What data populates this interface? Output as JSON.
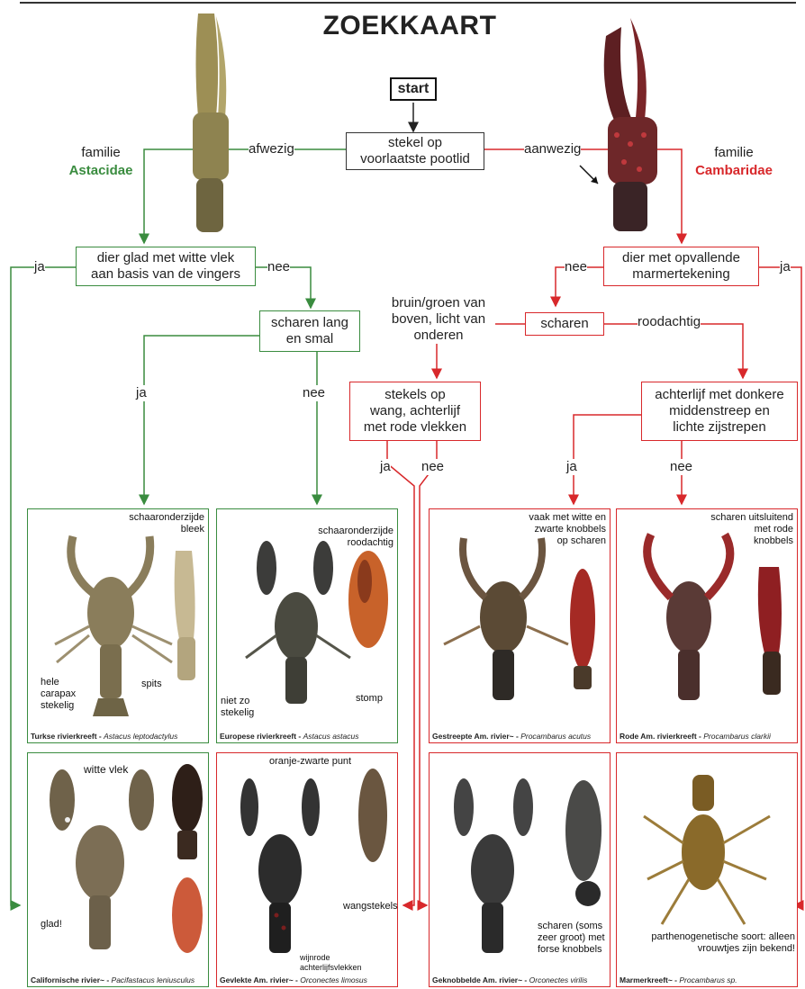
{
  "title": "ZOEKKAART",
  "colors": {
    "astacidae": "#3a8c3f",
    "cambaridae": "#d8282b",
    "line": "#333333"
  },
  "nodes": {
    "start": "start",
    "q_stekel": [
      "stekel op",
      "voorlaatste pootlid"
    ],
    "q_glad": [
      "dier glad met witte vlek",
      "aan basis van de vingers"
    ],
    "q_marmer": [
      "dier met opvallende",
      "marmertekening"
    ],
    "q_scharen_lang": [
      "scharen lang",
      "en smal"
    ],
    "q_scharen": "scharen",
    "q_stekels_wang": [
      "stekels op",
      "wang, achterlijf",
      "met rode vlekken"
    ],
    "q_achterlijf": [
      "achterlijf met donkere",
      "middenstreep en",
      "lichte zijstrepen"
    ]
  },
  "families": {
    "left": {
      "prefix": "familie",
      "name": "Astacidae"
    },
    "right": {
      "prefix": "familie",
      "name": "Cambaridae"
    }
  },
  "edges": {
    "afwezig": "afwezig",
    "aanwezig": "aanwezig",
    "ja": "ja",
    "nee": "nee",
    "bruin": [
      "bruin/groen van",
      "boven, licht van",
      "onderen"
    ],
    "roodachtig": "roodachtig"
  },
  "species": [
    {
      "caption": "Turkse rivierkreeft - ",
      "latin": "Astacus leptodactylus",
      "notes": [
        "schaaronderzijde",
        "bleek"
      ],
      "callouts": [
        "hele carapax stekelig",
        "spits"
      ]
    },
    {
      "caption": "Europese rivierkreeft - ",
      "latin": "Astacus astacus",
      "notes": [
        "schaaronderzijde",
        "roodachtig"
      ],
      "callouts": [
        "niet zo stekelig",
        "stomp"
      ]
    },
    {
      "caption": "Gestreepte Am. rivier~ - ",
      "latin": "Procambarus acutus",
      "notes": [
        "vaak met witte en",
        "zwarte knobbels",
        "op scharen"
      ],
      "callouts": []
    },
    {
      "caption": "Rode Am. rivierkreeft - ",
      "latin": "Procambarus clarkii",
      "notes": [
        "scharen uitsluitend",
        "met rode",
        "knobbels"
      ],
      "callouts": []
    },
    {
      "caption": "Californische rivier~ - ",
      "latin": "Pacifastacus leniusculus",
      "notes": [
        "witte vlek"
      ],
      "callouts": [
        "glad!"
      ]
    },
    {
      "caption": "Gevlekte Am. rivier~ - ",
      "latin": "Orconectes limosus",
      "notes": [
        "oranje-zwarte punt"
      ],
      "callouts": [
        "wangstekels",
        "wijnrode achterlijfsvlekken"
      ]
    },
    {
      "caption": "Geknobbelde Am. rivier~ - ",
      "latin": "Orconectes virilis",
      "notes": [
        "scharen (soms",
        "zeer groot) met",
        "forse knobbels"
      ],
      "callouts": []
    },
    {
      "caption": "Marmerkreeft~ - ",
      "latin": "Procambarus sp.",
      "notes": [
        "parthenogenetische soort: alleen",
        "vrouwtjes zijn bekend!"
      ],
      "callouts": []
    }
  ]
}
